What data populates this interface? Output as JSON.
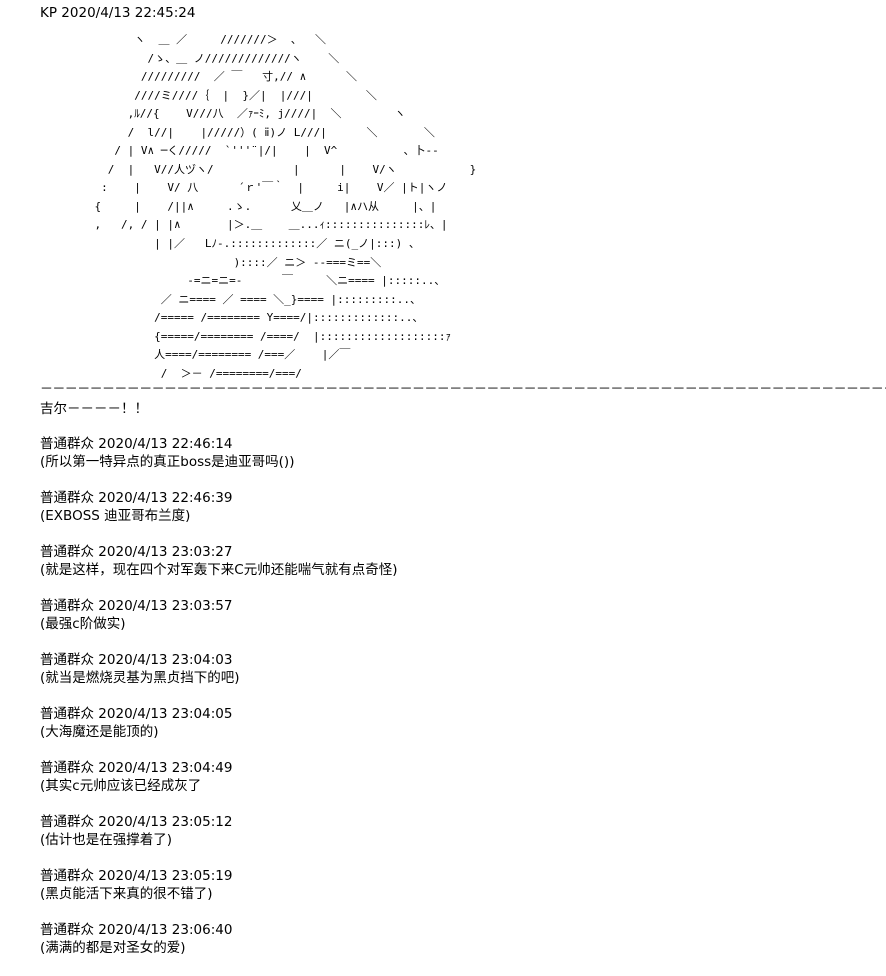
{
  "first_post": {
    "author": "KP",
    "timestamp": "2020/4/13 22:45:24",
    "ascii_art": "          ヽ  ＿ ／     ///////＞  、  ＼\n            /ゝ、＿ ノ/////////////ヽ    ＼\n           /////////  ／ ￣   寸,// ∧      ＼\n          ////ミ////｛  |  }／|  |///|        ＼\n         ,ﾙ//{    V///八  ／ｧｰﾐ, j////|  ＼        ヽ\n         /  l//|    |/////）( ⅱ)ノ L///|      ＼       ＼\n       / | V∧ ─く/////  `'''¨|/|    |  V^          、卜--\n      /  |   V//人ヅヽ/            |      |    V/ヽ           }\n     :    |    V/ 八      ´ｒ'￣｀  |     i|    V／ |ト|ヽノ\n    {     |    /||∧     .ゝ.      乂＿ノ   |∧ハ从     |、|\n    ,   /, / | |∧       |＞.＿    ＿...ｨ:::::::::::::::ﾚ、|\n             | |／   Lﾉ-.:::::::::::::／ ニ(_ノ|:::) 、\n                         )::::／ ニ＞ --===ミ==＼\n                  -=ニ=ニ=-      ￣     ＼ニ==== |:::::..、\n              ／ ニ==== ／ ==== ＼_}==== |:::::::::..、\n             /===== /======== Y====/|:::::::::::::..、\n             {=====/======== /====/  |:::::::::::::::::::ｧ\n             人====/======== /===／    |／￣\n              /  ＞－ /========/===/",
    "separator": "－－－－－－－－－－－－－－－－－－－－－－－－－－－－－－－－－－－－－－－－－－－－－－－－－－－－－－－－－－－－－－－－－－－－－－－－－－－－－－－－－－－－－－－－－－－－－－－－－－－－－－－－－－－－－－－－－－－－－－－－－－－－－－－－－－－－－－",
    "text": "吉尔－－－－！！"
  },
  "comments": [
    {
      "author": "普通群众",
      "timestamp": "2020/4/13 22:46:14",
      "text": "(所以第一特异点的真正boss是迪亚哥吗())"
    },
    {
      "author": "普通群众",
      "timestamp": "2020/4/13 22:46:39",
      "text": "(EXBOSS 迪亚哥布兰度)"
    },
    {
      "author": "普通群众",
      "timestamp": "2020/4/13 23:03:27",
      "text": "(就是这样，现在四个对军轰下来C元帅还能喘气就有点奇怪)"
    },
    {
      "author": "普通群众",
      "timestamp": "2020/4/13 23:03:57",
      "text": "(最强c阶做实)"
    },
    {
      "author": "普通群众",
      "timestamp": "2020/4/13 23:04:03",
      "text": "(就当是燃烧灵基为黑贞挡下的吧)"
    },
    {
      "author": "普通群众",
      "timestamp": "2020/4/13 23:04:05",
      "text": "(大海魔还是能顶的)"
    },
    {
      "author": "普通群众",
      "timestamp": "2020/4/13 23:04:49",
      "text": "(其实c元帅应该已经成灰了"
    },
    {
      "author": "普通群众",
      "timestamp": "2020/4/13 23:05:12",
      "text": "(估计也是在强撑着了)"
    },
    {
      "author": "普通群众",
      "timestamp": "2020/4/13 23:05:19",
      "text": "(黑贞能活下来真的很不错了)"
    },
    {
      "author": "普通群众",
      "timestamp": "2020/4/13 23:06:40",
      "text": "(满满的都是对圣女的爱)"
    }
  ]
}
